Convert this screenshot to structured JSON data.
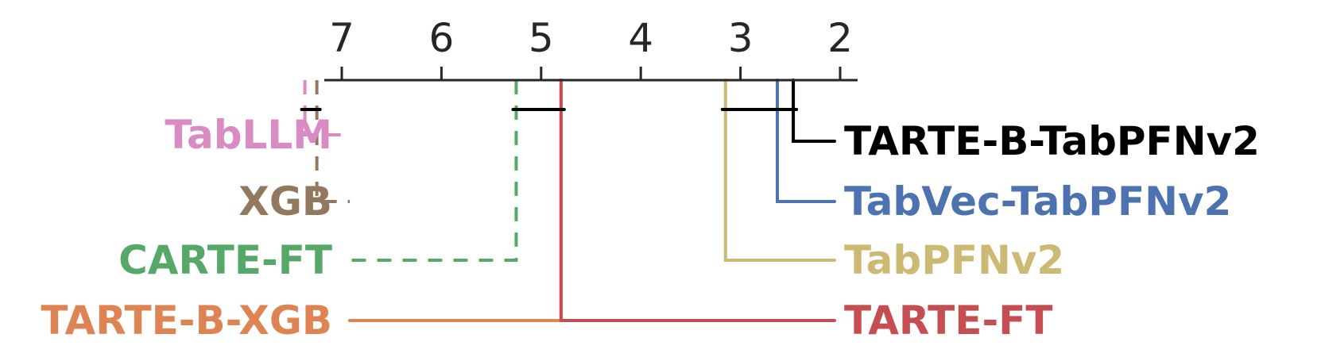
{
  "chart_data": {
    "type": "critical-difference",
    "axis": {
      "ticks": [
        7,
        6,
        5,
        4,
        3,
        2
      ],
      "reversed": true
    },
    "methods": [
      {
        "name": "TabLLM",
        "rank": 7.37,
        "color": "#DA8BC3",
        "side": "left",
        "dashed": true
      },
      {
        "name": "XGB",
        "rank": 7.25,
        "color": "#937860",
        "side": "left",
        "dashed": true
      },
      {
        "name": "CARTE-FT",
        "rank": 5.25,
        "color": "#55A868",
        "side": "left",
        "dashed": true
      },
      {
        "name": "TARTE-B-XGB",
        "rank": 4.8,
        "color": "#DD8452",
        "side": "left",
        "dashed": false
      },
      {
        "name": "TARTE-FT",
        "rank": 4.8,
        "color": "#C44E52",
        "side": "right",
        "dashed": false
      },
      {
        "name": "TabPFNv2",
        "rank": 3.15,
        "color": "#CCB974",
        "side": "right",
        "dashed": false
      },
      {
        "name": "TabVec-TabPFNv2",
        "rank": 2.63,
        "color": "#4C72B0",
        "side": "right",
        "dashed": false
      },
      {
        "name": "TARTE-B-TabPFNv2",
        "rank": 2.47,
        "color": "#000000",
        "side": "right",
        "dashed": false
      }
    ],
    "cliques": [
      {
        "from": 7.37,
        "to": 7.25
      },
      {
        "from": 5.25,
        "to": 4.8
      },
      {
        "from": 3.15,
        "to": 2.47
      }
    ]
  }
}
